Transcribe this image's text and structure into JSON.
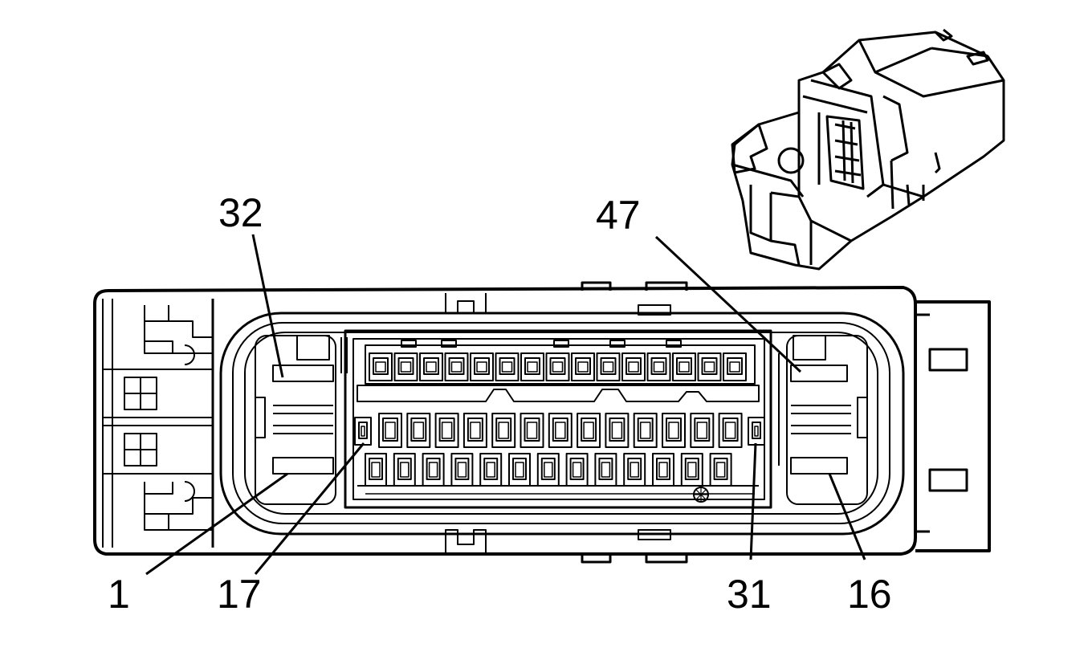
{
  "diagram": {
    "connector": "connector-face",
    "inset": "connector-3d-view"
  },
  "pin_labels": {
    "top_left": "32",
    "top_right": "47",
    "bottom_1": "1",
    "bottom_17": "17",
    "bottom_31": "31",
    "bottom_16": "16"
  },
  "colors": {
    "line": "#000000",
    "background": "#ffffff"
  }
}
